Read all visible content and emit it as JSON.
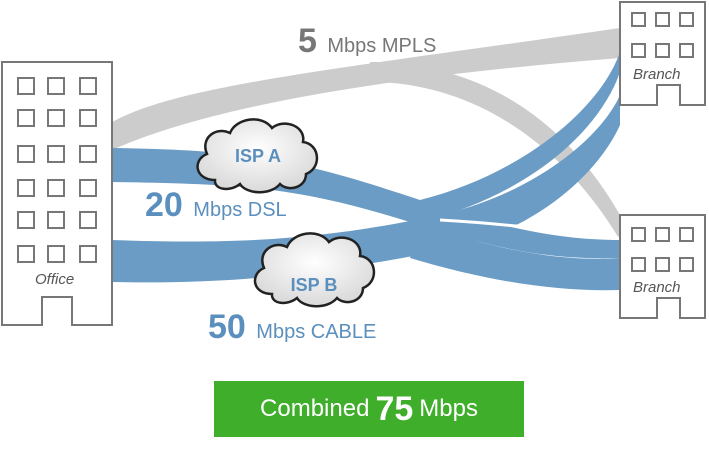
{
  "colors": {
    "mpls": "#cccccc",
    "isp": "#6a9cc6",
    "badge": "#3fae2a",
    "building_stroke": "#777777"
  },
  "office": {
    "label": "Office"
  },
  "branch_top": {
    "label": "Branch"
  },
  "branch_bottom": {
    "label": "Branch"
  },
  "clouds": {
    "isp_a": "ISP A",
    "isp_b": "ISP B"
  },
  "links": {
    "mpls": {
      "speed": "5",
      "unit": "Mbps MPLS"
    },
    "dsl": {
      "speed": "20",
      "unit": "Mbps DSL"
    },
    "cable": {
      "speed": "50",
      "unit": "Mbps CABLE"
    }
  },
  "combined": {
    "prefix": "Combined",
    "value": "75",
    "unit": "Mbps"
  }
}
